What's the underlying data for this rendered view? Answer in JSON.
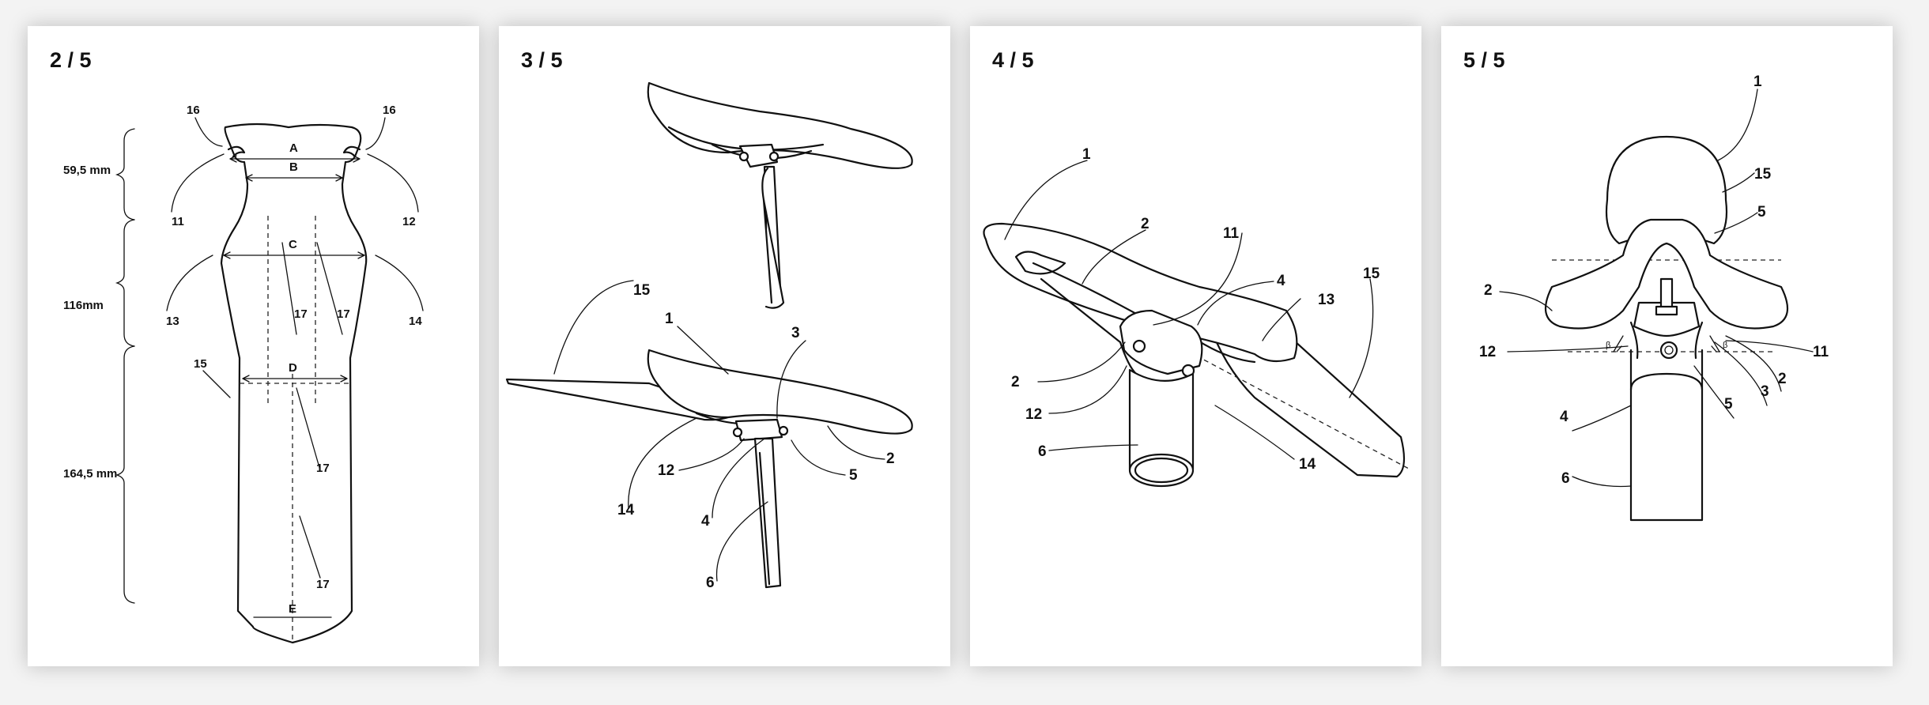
{
  "pages": [
    {
      "number": "2 / 5",
      "dimensions": [
        "59,5 mm",
        "116mm",
        "164,5 mm"
      ],
      "letters": [
        "A",
        "B",
        "C",
        "D",
        "E"
      ],
      "labels": [
        "16",
        "16",
        "11",
        "12",
        "13",
        "14",
        "15",
        "17",
        "17",
        "17",
        "17"
      ]
    },
    {
      "number": "3 / 5",
      "labels": [
        "15",
        "1",
        "3",
        "2",
        "5",
        "12",
        "14",
        "4",
        "6"
      ]
    },
    {
      "number": "4 / 5",
      "labels": [
        "1",
        "2",
        "11",
        "4",
        "13",
        "15",
        "2",
        "12",
        "6",
        "14"
      ]
    },
    {
      "number": "5 / 5",
      "labels": [
        "1",
        "15",
        "5",
        "2",
        "12",
        "11",
        "2",
        "3",
        "5",
        "4",
        "6"
      ],
      "angle_symbol": "β"
    }
  ]
}
